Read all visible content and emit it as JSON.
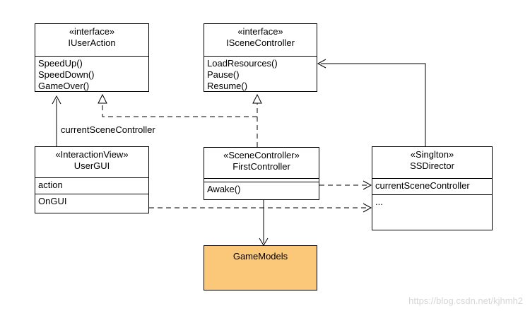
{
  "colors": {
    "line": "#000000",
    "box_fill": "#ffffff",
    "models_fill": "#fbc87a",
    "watermark": "#d6d6d6"
  },
  "classes": {
    "iuseraction": {
      "stereotype": "«interface»",
      "name": "IUserAction",
      "members": [
        "SpeedUp()",
        "SpeedDown()",
        "GameOver()"
      ]
    },
    "iscenecontroller": {
      "stereotype": "«interface»",
      "name": "ISceneController",
      "members": [
        "LoadResources()",
        "Pause()",
        "Resume()"
      ]
    },
    "usergui": {
      "stereotype": "«InteractionView»",
      "name": "UserGUI",
      "attributes": [
        "action"
      ],
      "operations": [
        "OnGUI"
      ]
    },
    "firstcontroller": {
      "stereotype": "«SceneController»",
      "name": "FirstController",
      "attributes": [],
      "operations": [
        "Awake()"
      ]
    },
    "ssdirector": {
      "stereotype": "«Singlton»",
      "name": "SSDirector",
      "attributes": [
        "currentSceneController"
      ],
      "operations": [
        "..."
      ]
    }
  },
  "package": {
    "name": "GameModels"
  },
  "edge_labels": {
    "usergui_to_iuseraction": "currentSceneController"
  },
  "watermark": "https://blog.csdn.net/kjhmh2"
}
